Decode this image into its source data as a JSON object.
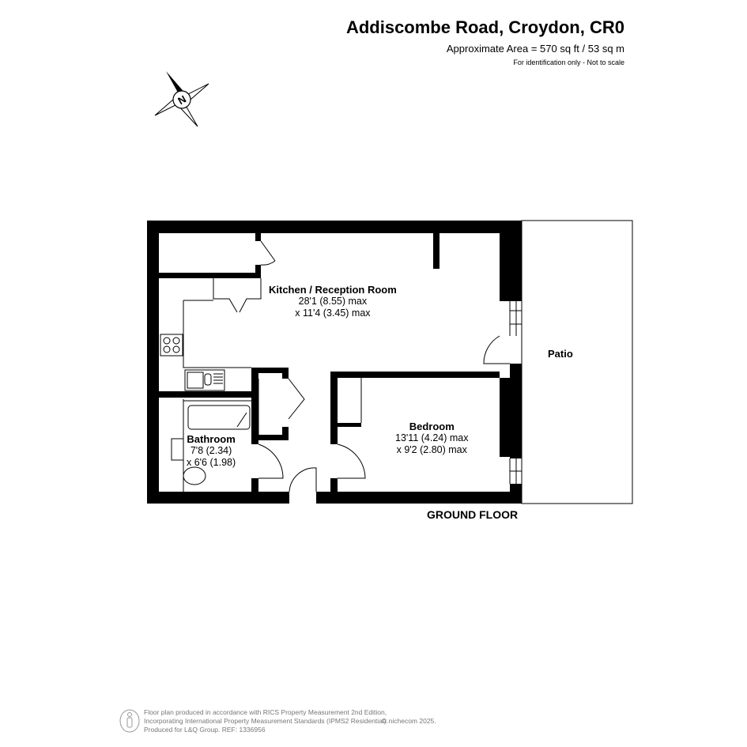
{
  "header": {
    "title": "Addiscombe Road, Croydon, CR0",
    "area": "Approximate Area = 570 sq ft / 53 sq m",
    "note": "For identification only - Not to scale"
  },
  "compass": {
    "label": "N",
    "icon": "compass-icon"
  },
  "rooms": {
    "kitchen": {
      "name": "Kitchen / Reception Room",
      "dim1": "28'1 (8.55) max",
      "dim2": "x 11'4 (3.45) max"
    },
    "bedroom": {
      "name": "Bedroom",
      "dim1": "13'11 (4.24) max",
      "dim2": "x 9'2 (2.80) max"
    },
    "bathroom": {
      "name": "Bathroom",
      "dim1": "7'8 (2.34)",
      "dim2": "x 6'6 (1.98)"
    },
    "patio": {
      "name": "Patio"
    }
  },
  "floor_label": "GROUND FLOOR",
  "footer": {
    "line1": "Floor plan produced in accordance with RICS Property Measurement 2nd Edition,",
    "line2": "Incorporating International Property Measurement Standards (IPMS2 Residential).",
    "line3": "Produced for L&Q Group.   REF:   1336956",
    "copyright": "© nichecom 2025."
  }
}
